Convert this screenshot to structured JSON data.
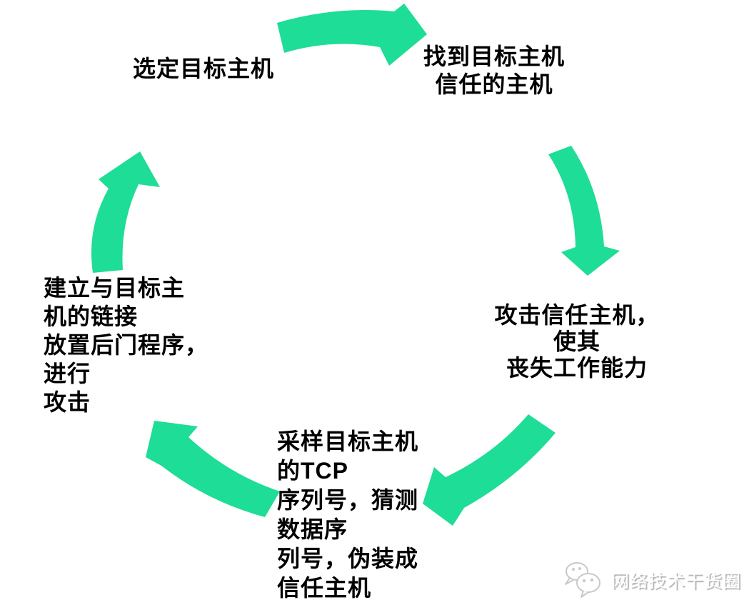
{
  "colors": {
    "arrow": "#1EDD96",
    "text": "#000000",
    "watermark_shadow": "#b0b0b0"
  },
  "steps": {
    "step1": {
      "lines": [
        "选定目标主机"
      ]
    },
    "step2": {
      "lines": [
        "找到目标主机",
        "信任的主机"
      ]
    },
    "step3": {
      "lines": [
        "攻击信任主机，",
        "使其",
        "丧失工作能力"
      ]
    },
    "step4": {
      "lines": [
        "采样目标主机",
        "的TCP",
        "序列号，猜测",
        "数据序",
        "列号，伪装成",
        "信任主机"
      ]
    },
    "step5": {
      "lines": [
        "建立与目标主",
        "机的链接",
        "放置后门程序，",
        "进行",
        "攻击"
      ]
    }
  },
  "arrows": [
    {
      "name": "arrow-step1-to-step2",
      "from": "选定目标主机",
      "to": "找到目标主机信任的主机"
    },
    {
      "name": "arrow-step2-to-step3",
      "from": "找到目标主机信任的主机",
      "to": "攻击信任主机"
    },
    {
      "name": "arrow-step3-to-step4",
      "from": "攻击信任主机",
      "to": "采样目标主机的TCP序列号"
    },
    {
      "name": "arrow-step4-to-step5",
      "from": "采样目标主机的TCP序列号",
      "to": "建立与目标主机的链接"
    },
    {
      "name": "arrow-step5-to-step1",
      "from": "建立与目标主机的链接",
      "to": "选定目标主机"
    }
  ],
  "watermark": {
    "icon": "wechat-icon",
    "text": "网络技术干货圈"
  }
}
